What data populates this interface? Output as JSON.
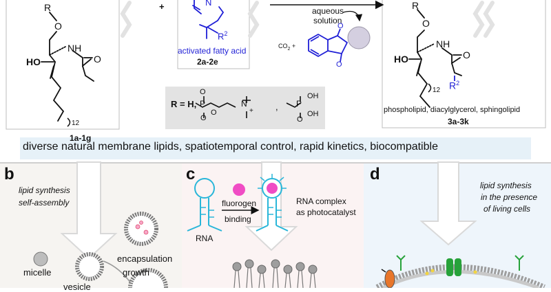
{
  "scheme": {
    "plus_sign": "+",
    "reactant1": {
      "R": "R",
      "O": "O",
      "NH": "NH",
      "HO": "HO",
      "O2": "O",
      "subscript": "12",
      "label": "1a-1g"
    },
    "reactant2": {
      "N": "N",
      "R2": "R",
      "R2sup": "2",
      "caption": "activated fatty acid",
      "label": "2a-2e"
    },
    "arrow": {
      "line1": "aqueous",
      "line2": "solution"
    },
    "byproduct": {
      "co2": "CO",
      "co2sub": "2",
      "plus": "+",
      "O1": "O",
      "O2": "O"
    },
    "product": {
      "R": "R",
      "O": "O",
      "NH": "NH",
      "HO": "HO",
      "O2": "O",
      "R2": "R",
      "R2sup": "2",
      "subscript": "12",
      "caption": "phospholipid, diacylglycerol, sphingolipid",
      "label": "3a-3k"
    },
    "r_groups": {
      "prefix": "R = H,",
      "O_minus": "O",
      "P": "P",
      "O1": "O",
      "O2": "O",
      "O3": "O",
      "N": "N",
      "plus": "+",
      "P2": "P",
      "OH1": "OH",
      "OH2": "OH",
      "O4": "O",
      "comma": ","
    },
    "banner": "diverse natural membrane lipids, spatiotemporal control, rapid kinetics, biocompatible"
  },
  "panel_b": {
    "letter": "b",
    "title_line1": "lipid synthesis",
    "title_line2": "self-assembly",
    "micelle": "micelle",
    "vesicle": "vesicle",
    "growth": "growth",
    "encapsulation": "encapsulation"
  },
  "panel_c": {
    "letter": "c",
    "fluorogen": "fluorogen",
    "binding": "binding",
    "rna": "RNA",
    "complex_line1": "RNA complex",
    "complex_line2": "as photocatalyst"
  },
  "panel_d": {
    "letter": "d",
    "line1": "lipid synthesis",
    "line2": "in the presence",
    "line3": "of living cells"
  },
  "colors": {
    "blue": "#1f1fd6",
    "cyan": "#29b6d9",
    "magenta": "#f04cc4",
    "green": "#27a23a",
    "orange": "#e8762b",
    "banner_bg": "#e6f1f8",
    "gray_box": "#e3e3e3",
    "panel_b_bg": "#f6f4f1",
    "panel_c_bg": "#fbf3f3",
    "panel_d_bg": "#eef5fb"
  }
}
